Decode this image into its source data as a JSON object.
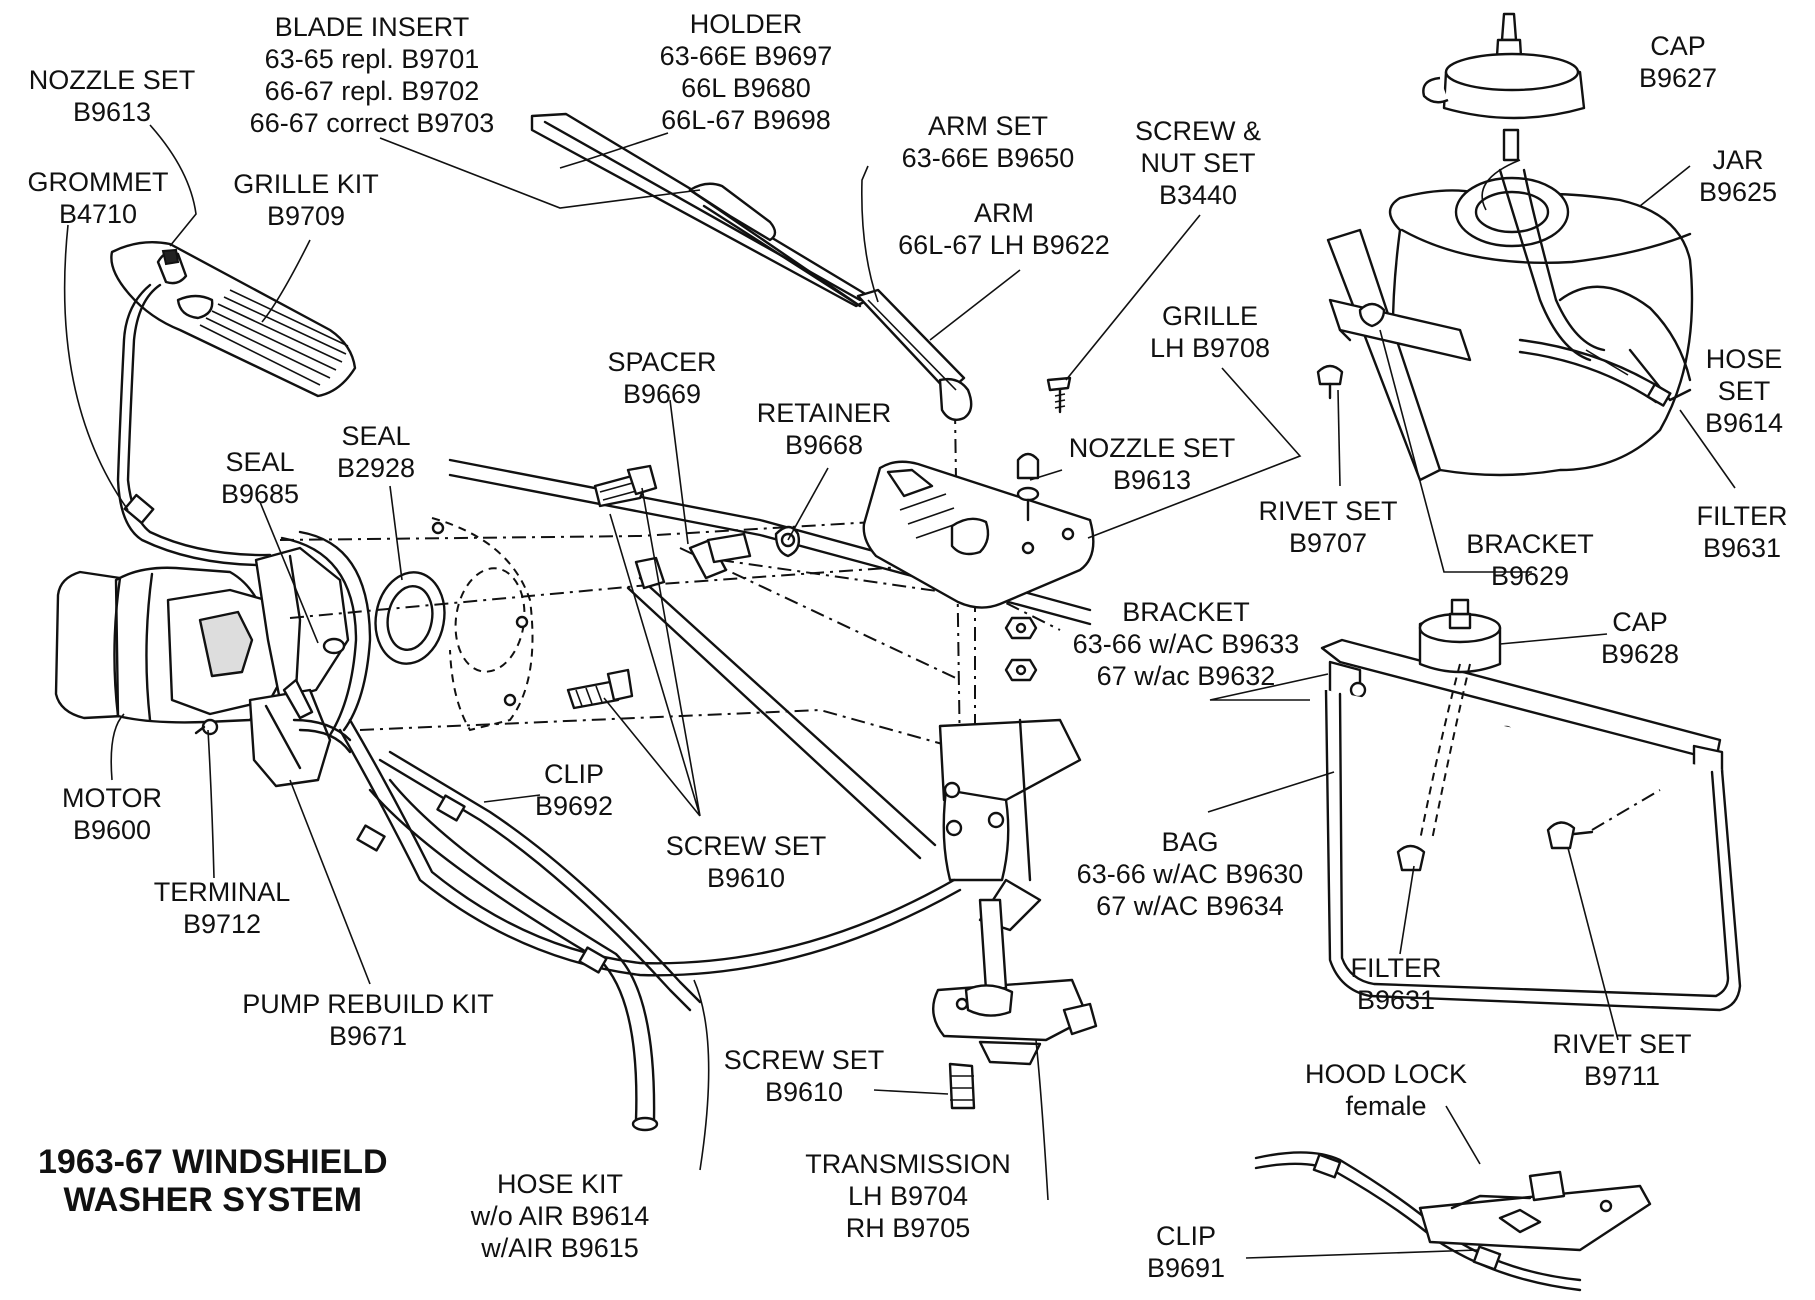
{
  "title": [
    "1963-67 WINDSHIELD",
    "WASHER SYSTEM"
  ],
  "labels": {
    "nozzle_set_1": [
      "NOZZLE SET",
      "B9613"
    ],
    "blade_insert": [
      "BLADE INSERT",
      "63-65 repl. B9701",
      "66-67 repl. B9702",
      "66-67  correct B9703"
    ],
    "holder": [
      "HOLDER",
      "63-66E  B9697",
      "66L  B9680",
      "66L-67  B9698"
    ],
    "cap_1": [
      "CAP",
      "B9627"
    ],
    "grommet": [
      "GROMMET",
      "B4710"
    ],
    "grille_kit": [
      "GRILLE KIT",
      "B9709"
    ],
    "arm_set": [
      "ARM SET",
      "63-66E  B9650"
    ],
    "screw_nut_set": [
      "SCREW &",
      "NUT SET",
      "B3440"
    ],
    "jar": [
      "JAR",
      "B9625"
    ],
    "arm": [
      "ARM",
      "66L-67 LH B9622"
    ],
    "grille": [
      "GRILLE",
      "LH  B9708"
    ],
    "hose_set": [
      "HOSE",
      "SET",
      "B9614"
    ],
    "spacer": [
      "SPACER",
      "B9669"
    ],
    "retainer": [
      "RETAINER",
      "B9668"
    ],
    "seal_2928": [
      "SEAL",
      "B2928"
    ],
    "seal_9685": [
      "SEAL",
      "B9685"
    ],
    "nozzle_set_2": [
      "NOZZLE SET",
      "B9613"
    ],
    "rivet_set_9707": [
      "RIVET SET",
      "B9707"
    ],
    "filter_1": [
      "FILTER",
      "B9631"
    ],
    "bracket_9629": [
      "BRACKET",
      "B9629"
    ],
    "bracket_ac": [
      "BRACKET",
      "63-66 w/AC  B9633",
      "67 w/ac  B9632"
    ],
    "cap_2": [
      "CAP",
      "B9628"
    ],
    "motor": [
      "MOTOR",
      "B9600"
    ],
    "clip_9692": [
      "CLIP",
      "B9692"
    ],
    "screw_set_1": [
      "SCREW SET",
      "B9610"
    ],
    "bag": [
      "BAG",
      "63-66 w/AC B9630",
      "67 w/AC  B9634"
    ],
    "terminal": [
      "TERMINAL",
      "B9712"
    ],
    "filter_2": [
      "FILTER",
      "B9631"
    ],
    "pump_rebuild_kit": [
      "PUMP REBUILD KIT",
      "B9671"
    ],
    "rivet_set_9711": [
      "RIVET SET",
      "B9711"
    ],
    "screw_set_2": [
      "SCREW SET",
      "B9610"
    ],
    "hood_lock": [
      "HOOD LOCK",
      "female"
    ],
    "transmission": [
      "TRANSMISSION",
      "LH  B9704",
      "RH  B9705"
    ],
    "hose_kit": [
      "HOSE KIT",
      "w/o AIR  B9614",
      "w/AIR  B9615"
    ],
    "clip_9691": [
      "CLIP",
      "B9691"
    ]
  }
}
